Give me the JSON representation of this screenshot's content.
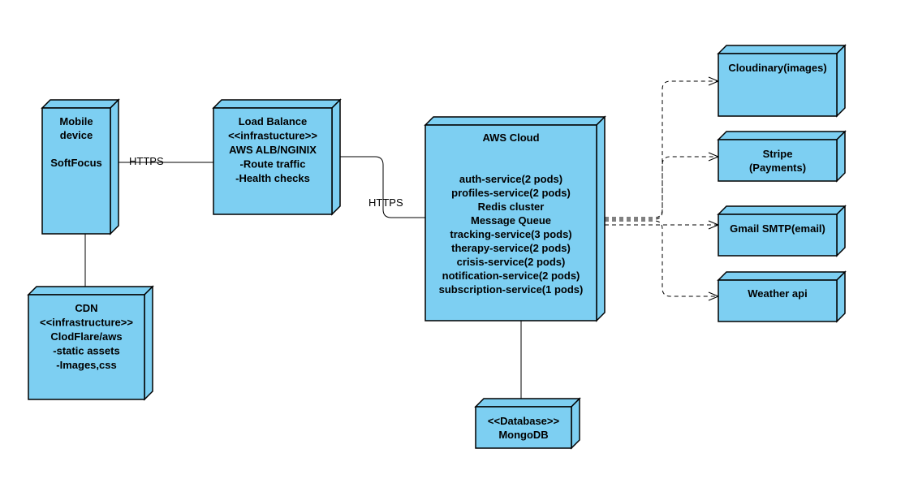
{
  "colors": {
    "node_fill": "#7dcff2",
    "stroke": "#000000",
    "background": "#ffffff"
  },
  "nodes": {
    "mobile": {
      "lines": [
        "Mobile",
        "device",
        "",
        "SoftFocus"
      ]
    },
    "cdn": {
      "lines": [
        "CDN",
        "<<infrastructure>>",
        "ClodFlare/aws",
        "-static assets",
        "-Images,css"
      ]
    },
    "load_balancer": {
      "lines": [
        "Load Balance",
        "<<infrastucture>>",
        "AWS ALB/NGINIX",
        "-Route traffic",
        "-Health checks"
      ]
    },
    "aws_cloud": {
      "title": "AWS Cloud",
      "lines": [
        "auth-service(2 pods)",
        "profiles-service(2 pods)",
        "Redis cluster",
        "Message Queue",
        "tracking-service(3 pods)",
        "therapy-service(2 pods)",
        "crisis-service(2 pods)",
        "notification-service(2 pods)",
        "subscription-service(1 pods)"
      ]
    },
    "database": {
      "lines": [
        "<<Database>>",
        "MongoDB"
      ]
    },
    "cloudinary": {
      "lines": [
        "Cloudinary(images)"
      ]
    },
    "stripe": {
      "lines": [
        "Stripe",
        "(Payments)"
      ]
    },
    "gmail": {
      "lines": [
        "Gmail SMTP(email)"
      ]
    },
    "weather": {
      "lines": [
        "Weather api"
      ]
    }
  },
  "edges": {
    "mobile_to_lb": {
      "label": "HTTPS"
    },
    "lb_to_aws": {
      "label": "HTTPS"
    }
  }
}
